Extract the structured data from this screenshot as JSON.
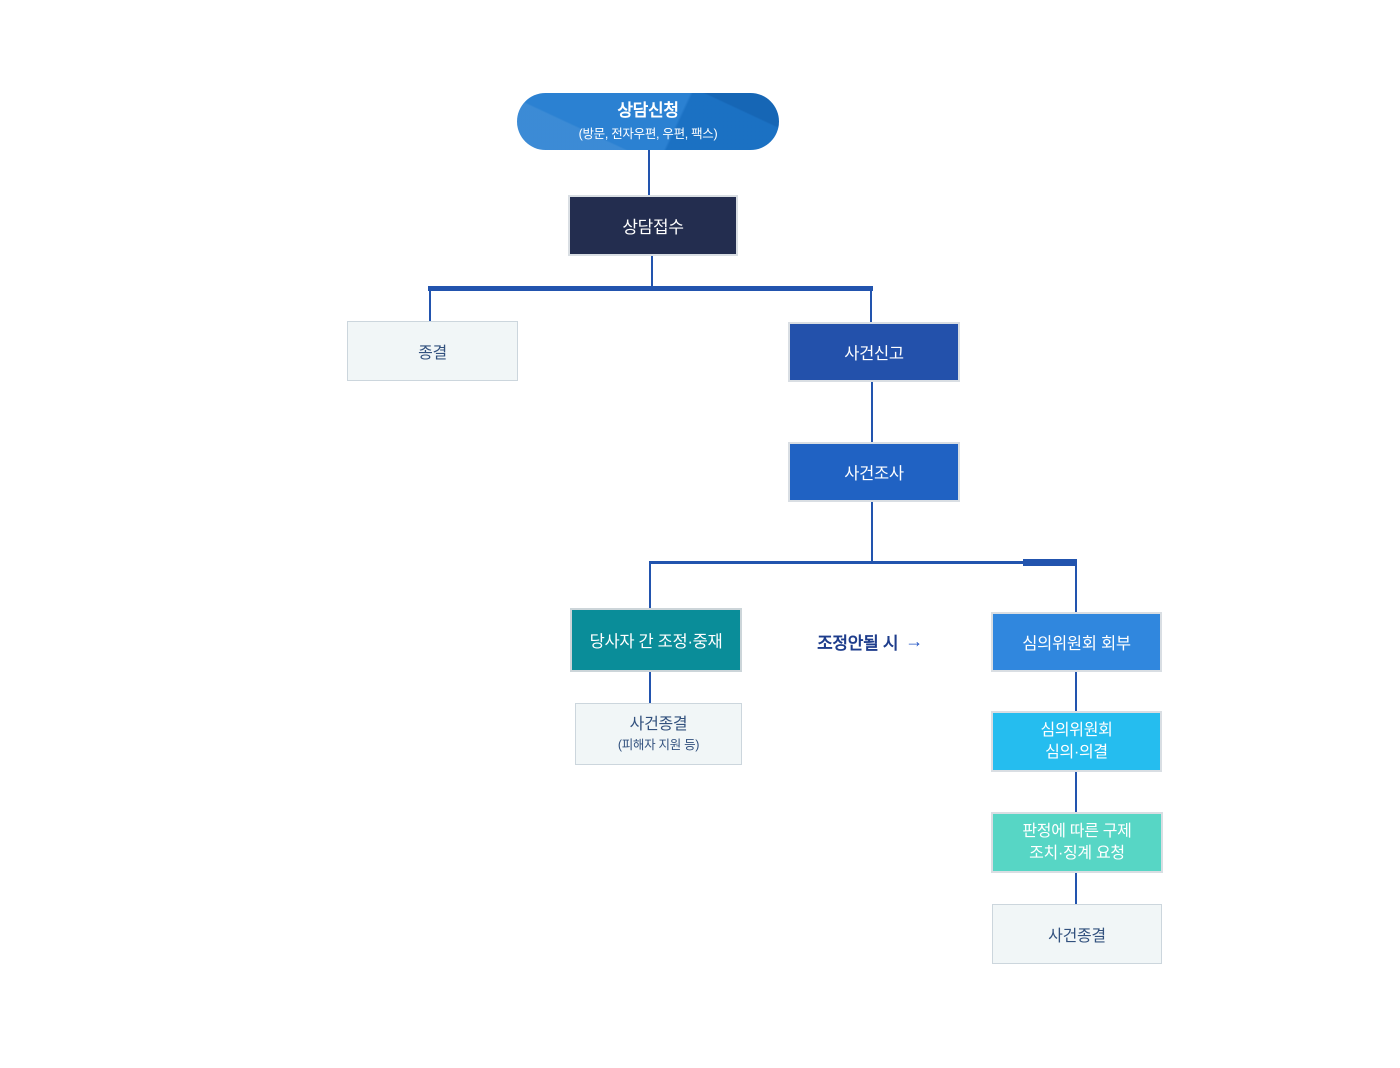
{
  "flowchart": {
    "start": {
      "title": "상담신청",
      "subtitle": "(방문, 전자우편, 우편, 팩스)"
    },
    "nodes": {
      "reception": "상담접수",
      "closure": "종결",
      "case_report": "사건신고",
      "case_investigation": "사건조사",
      "mediation": "당사자 간 조정·중재",
      "committee_referral": "심의위원회 회부",
      "case_closure_support_line1": "사건종결",
      "case_closure_support_line2": "(피해자 지원 등)",
      "committee_deliberation_line1": "심의위원회",
      "committee_deliberation_line2": "심의·의결",
      "remedy_line1": "판정에 따른 구제",
      "remedy_line2": "조치·징계 요청",
      "final_closure": "사건종결"
    },
    "edge_labels": {
      "mediation_fail": "조정안될 시",
      "arrow": "→"
    },
    "colors": {
      "start_pill": "#1e79cf",
      "reception": "#232d4f",
      "case_report": "#2351ab",
      "case_investigation": "#2062c3",
      "mediation": "#0a8d99",
      "committee_referral": "#3087de",
      "committee_deliberation": "#25bdef",
      "remedy": "#57d6c5",
      "light_box_bg": "#f1f6f7",
      "light_box_border": "#ccd6dd",
      "light_box_text": "#32517e",
      "connector": "#2254ae",
      "edge_label_text": "#1e3d8c"
    }
  }
}
